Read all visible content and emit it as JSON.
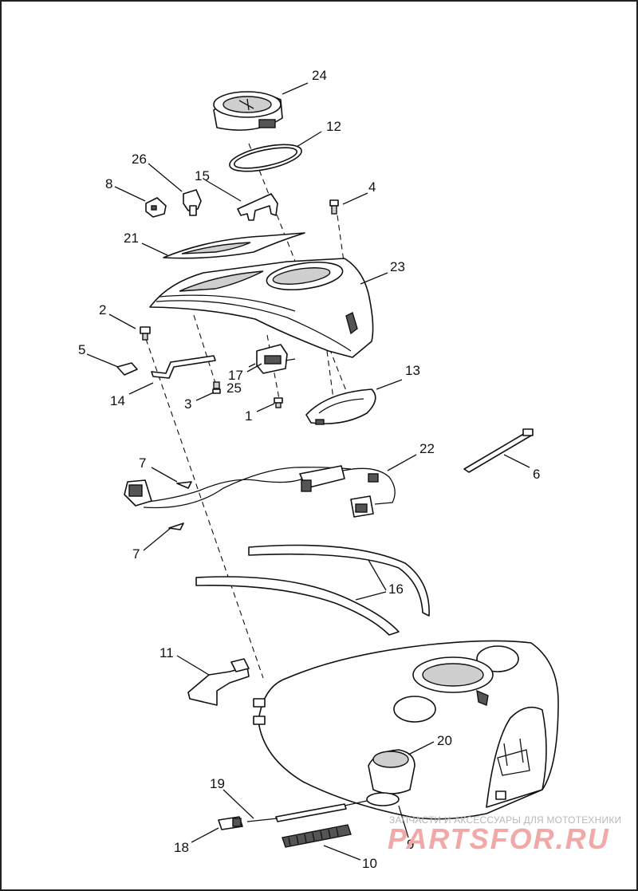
{
  "callouts": [
    {
      "id": "c24",
      "text": "24"
    },
    {
      "id": "c12",
      "text": "12"
    },
    {
      "id": "c26",
      "text": "26"
    },
    {
      "id": "c8",
      "text": "8"
    },
    {
      "id": "c15",
      "text": "15"
    },
    {
      "id": "c4",
      "text": "4"
    },
    {
      "id": "c21",
      "text": "21"
    },
    {
      "id": "c23",
      "text": "23"
    },
    {
      "id": "c2",
      "text": "2"
    },
    {
      "id": "c5",
      "text": "5"
    },
    {
      "id": "c17",
      "text": "17"
    },
    {
      "id": "c13",
      "text": "13"
    },
    {
      "id": "c25",
      "text": "25"
    },
    {
      "id": "c14",
      "text": "14"
    },
    {
      "id": "c3",
      "text": "3"
    },
    {
      "id": "c1",
      "text": "1"
    },
    {
      "id": "c7a",
      "text": "7"
    },
    {
      "id": "c22",
      "text": "22"
    },
    {
      "id": "c6",
      "text": "6"
    },
    {
      "id": "c7b",
      "text": "7"
    },
    {
      "id": "c16",
      "text": "16"
    },
    {
      "id": "c11",
      "text": "11"
    },
    {
      "id": "c20",
      "text": "20"
    },
    {
      "id": "c19",
      "text": "19"
    },
    {
      "id": "c18",
      "text": "18"
    },
    {
      "id": "c9",
      "text": "9"
    },
    {
      "id": "c10",
      "text": "10"
    }
  ],
  "watermark": {
    "tagline": "ЗАПЧАСТИ И АКСЕССУАРЫ ДЛЯ МОТОТЕХНИКИ",
    "logo": "PARTSFOR.RU"
  }
}
